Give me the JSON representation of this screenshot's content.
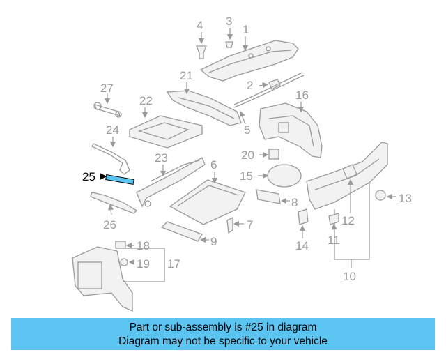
{
  "callouts": [
    "1",
    "2",
    "3",
    "4",
    "5",
    "6",
    "7",
    "8",
    "9",
    "10",
    "11",
    "12",
    "13",
    "14",
    "15",
    "16",
    "17",
    "18",
    "19",
    "20",
    "21",
    "22",
    "23",
    "24",
    "25",
    "26",
    "27"
  ],
  "highlight_part": "25",
  "colors": {
    "banner_bg": "#5bc4f1",
    "highlight": "#5bc4f1",
    "line_art": "#9a9a9a"
  },
  "banner": {
    "line1": "Part or sub-assembly is #25 in diagram",
    "line2": "Diagram may not be specific to your vehicle"
  }
}
